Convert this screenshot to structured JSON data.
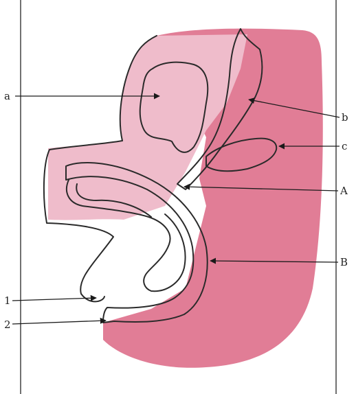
{
  "labels": {
    "a": "a",
    "b": "b",
    "c": "c",
    "A": "A",
    "B": "B",
    "one": "1",
    "two": "2"
  },
  "colors": {
    "tissue_pink": "#e07a93",
    "tissue_light": "#f1c8d2",
    "organ_pale": "#e9e4ec",
    "outline": "#2a2a2a"
  }
}
